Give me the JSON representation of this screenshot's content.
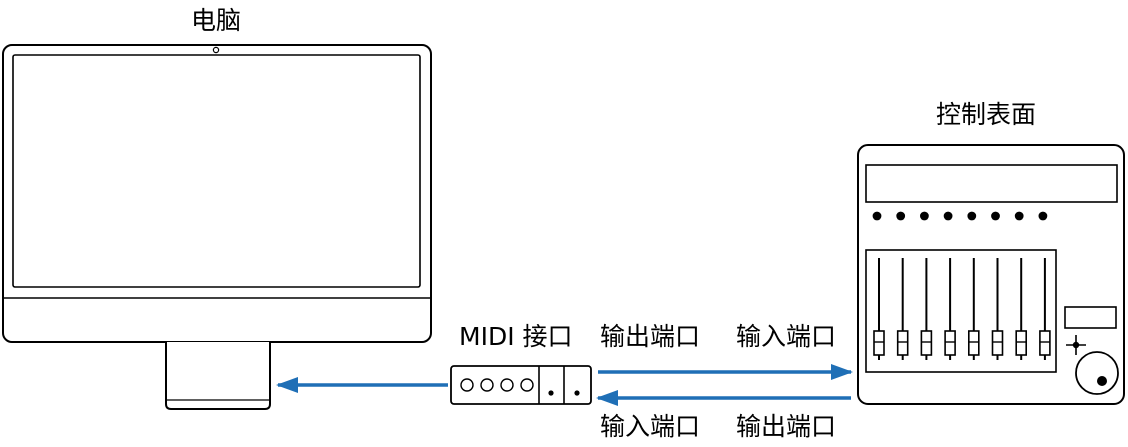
{
  "labels": {
    "computer": "电脑",
    "control_surface": "控制表面",
    "midi_interface": "MIDI 接口",
    "out_port_top": "输出端口",
    "in_port_top": "输入端口",
    "in_port_bottom": "输入端口",
    "out_port_bottom": "输出端口"
  },
  "colors": {
    "arrow": "#1f6fb6",
    "line": "#000000",
    "background": "#ffffff"
  },
  "icons": {
    "computer": "imac-icon",
    "control_surface": "control-surface-icon",
    "midi_interface": "midi-interface-icon"
  }
}
